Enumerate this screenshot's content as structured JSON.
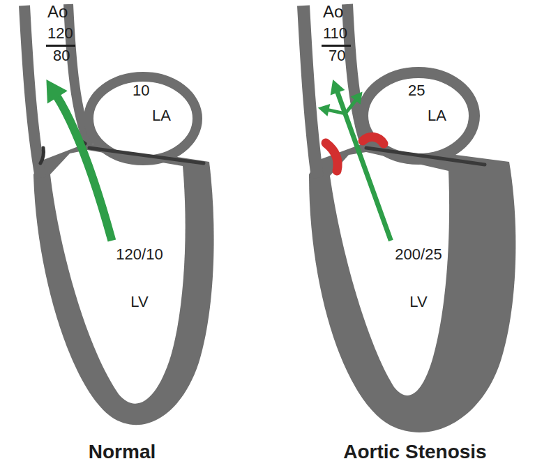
{
  "diagram": {
    "nodes": [
      {
        "text": [
          "Ao",
          "120",
          "80"
        ]
      },
      {
        "text": [
          "10",
          "LA"
        ]
      },
      {
        "text": [
          "120/10",
          "LV"
        ]
      },
      {
        "text": [
          "Ao",
          "110",
          "70"
        ]
      },
      {
        "text": [
          "25",
          "LA"
        ]
      },
      {
        "text": [
          "200/25",
          "LV"
        ]
      }
    ],
    "edges": [
      {
        "from": 2,
        "to": 0,
        "arrow": "to"
      },
      {
        "from": 5,
        "to": 3,
        "arrow": "to"
      }
    ],
    "labels": [
      "Normal",
      "Aortic Stenosis"
    ]
  }
}
